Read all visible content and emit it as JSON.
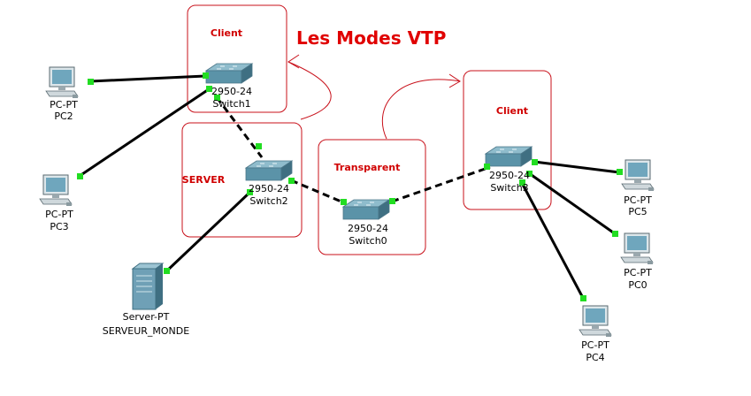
{
  "title": "Les Modes VTP",
  "colors": {
    "zone": "#c8101a",
    "link": "#000000",
    "port_up": "#22dd22",
    "switch": "#5b93a8"
  },
  "zones": [
    {
      "id": "client1",
      "label": "Client"
    },
    {
      "id": "server",
      "label": "SERVER"
    },
    {
      "id": "transparent",
      "label": "Transparent"
    },
    {
      "id": "client2",
      "label": "Client"
    }
  ],
  "devices": {
    "switch1": {
      "model": "2950-24",
      "name": "Switch1"
    },
    "switch2": {
      "model": "2950-24",
      "name": "Switch2"
    },
    "switch0": {
      "model": "2950-24",
      "name": "Switch0"
    },
    "switch3": {
      "model": "2950-24",
      "name": "Switch3"
    },
    "pc2": {
      "model": "PC-PT",
      "name": "PC2"
    },
    "pc3": {
      "model": "PC-PT",
      "name": "PC3"
    },
    "server": {
      "model": "Server-PT",
      "name": "SERVEUR_MONDE"
    },
    "pc5": {
      "model": "PC-PT",
      "name": "PC5"
    },
    "pc0": {
      "model": "PC-PT",
      "name": "PC0"
    },
    "pc4": {
      "model": "PC-PT",
      "name": "PC4"
    }
  },
  "links": [
    {
      "from": "pc2",
      "to": "switch1",
      "type": "straight"
    },
    {
      "from": "pc3",
      "to": "switch1",
      "type": "straight"
    },
    {
      "from": "switch1",
      "to": "switch2",
      "type": "crossover"
    },
    {
      "from": "switch2",
      "to": "switch0",
      "type": "crossover"
    },
    {
      "from": "switch2",
      "to": "server",
      "type": "straight"
    },
    {
      "from": "switch0",
      "to": "switch3",
      "type": "crossover"
    },
    {
      "from": "switch3",
      "to": "pc5",
      "type": "straight"
    },
    {
      "from": "switch3",
      "to": "pc0",
      "type": "straight"
    },
    {
      "from": "switch3",
      "to": "pc4",
      "type": "straight"
    }
  ]
}
